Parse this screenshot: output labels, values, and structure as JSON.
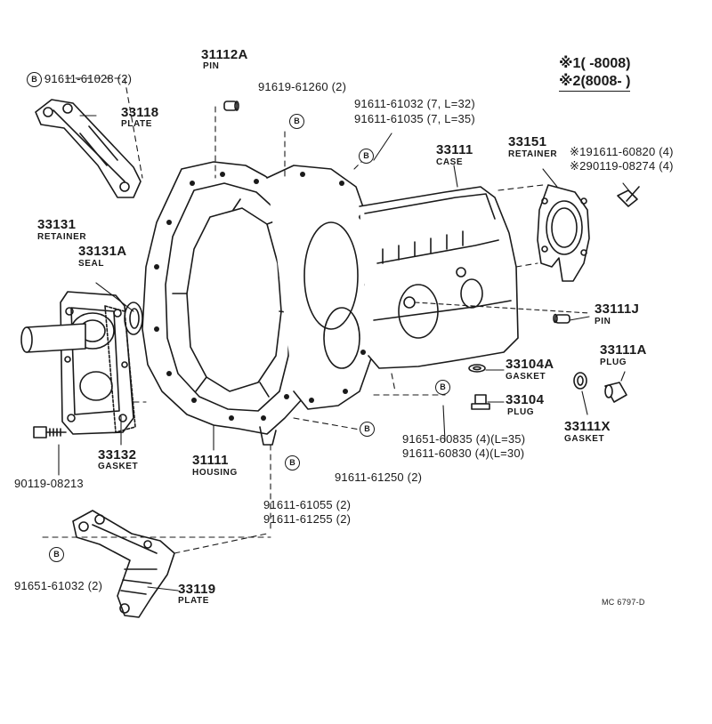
{
  "legend": {
    "row1": "※1(      -8008)",
    "row2": "※2(8008-       )"
  },
  "bolt_symbol": "B",
  "figure_code": "MC 6797-D",
  "parts": {
    "p31112A": {
      "number": "31112A",
      "name": "PIN"
    },
    "p33118": {
      "number": "33118",
      "name": "PLATE"
    },
    "p33131": {
      "number": "33131",
      "name": "RETAINER"
    },
    "p33131A": {
      "number": "33131A",
      "name": "SEAL"
    },
    "p33132": {
      "number": "33132",
      "name": "GASKET"
    },
    "p31111": {
      "number": "31111",
      "name": "HOUSING"
    },
    "p33111": {
      "number": "33111",
      "name": "CASE"
    },
    "p33151": {
      "number": "33151",
      "name": "RETAINER"
    },
    "p33111J": {
      "number": "33111J",
      "name": "PIN"
    },
    "p33111A": {
      "number": "33111A",
      "name": "PLUG"
    },
    "p33104A": {
      "number": "33104A",
      "name": "GASKET"
    },
    "p33104": {
      "number": "33104",
      "name": "PLUG"
    },
    "p33111X": {
      "number": "33111X",
      "name": "GASKET"
    },
    "p33119": {
      "number": "33119",
      "name": "PLATE"
    }
  },
  "fasteners": {
    "f1": "91611-61028 (2)",
    "f2": "91619-61260 (2)",
    "f3a": "91611-61032 (7, L=32)",
    "f3b": "91611-61035 (7, L=35)",
    "f4a": "※191611-60820 (4)",
    "f4b": "※290119-08274 (4)",
    "f5": "90119-08213",
    "f6a": "91651-60835 (4)(L=35)",
    "f6b": "91611-60830 (4)(L=30)",
    "f7": "91611-61250 (2)",
    "f8a": "91611-61055 (2)",
    "f8b": "91611-61255 (2)",
    "f9": "91651-61032 (2)"
  }
}
